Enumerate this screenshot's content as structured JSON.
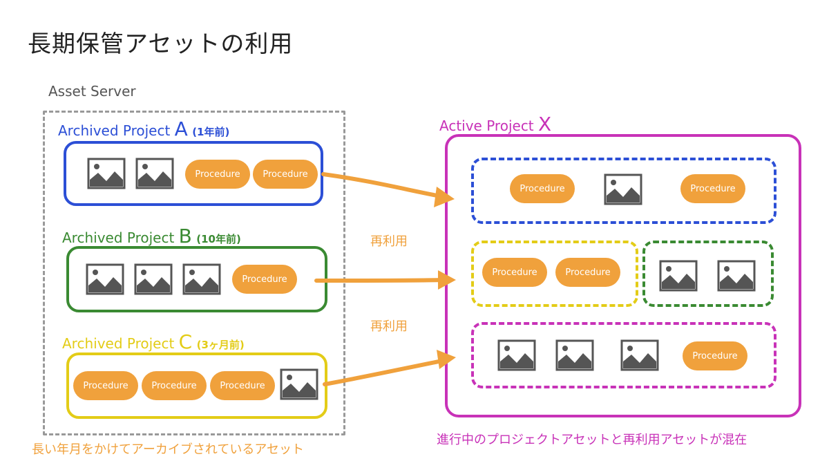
{
  "title": "長期保管アセットの利用",
  "asset_server": {
    "label": "Asset Server",
    "caption": "長い年月をかけてアーカイブされているアセット",
    "projects": [
      {
        "prefix": "Archived Project ",
        "letter": "A",
        "age": "(1年前)",
        "color": "#2c4fd6"
      },
      {
        "prefix": "Archived Project ",
        "letter": "B",
        "age": "(10年前)",
        "color": "#3a8a32"
      },
      {
        "prefix": "Archived Project ",
        "letter": "C",
        "age": "(3ヶ月前)",
        "color": "#e3cc17"
      }
    ]
  },
  "active": {
    "prefix": "Active Project ",
    "letter": "X",
    "color": "#c832b8",
    "caption": "進行中のプロジェクトアセットと再利用アセットが混在"
  },
  "reuse_label": "再利用",
  "procedure_label": "Procedure",
  "colors": {
    "orange": "#f0a13c",
    "server_border": "#999999",
    "image_icon": "#555555"
  }
}
